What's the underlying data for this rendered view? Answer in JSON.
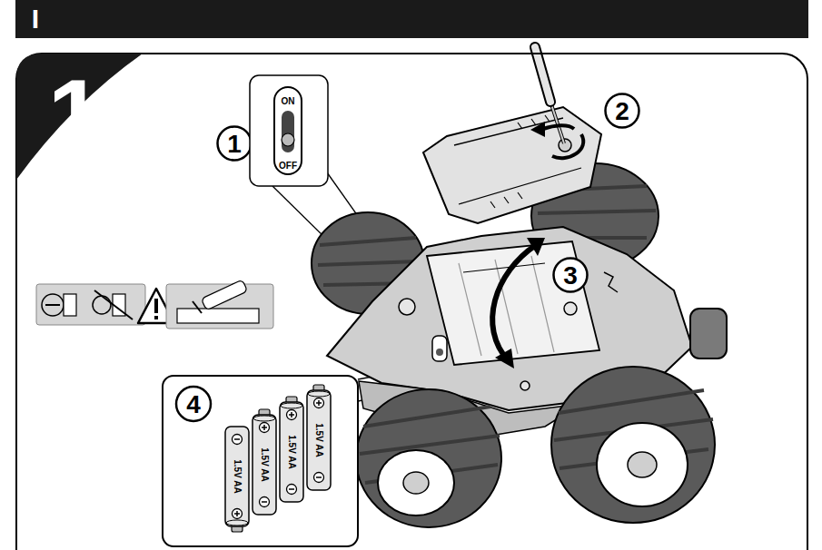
{
  "diagram": {
    "nodes": [
      {
        "text": [
          "I"
        ]
      },
      {
        "text": [
          "1"
        ]
      },
      {
        "text": [
          "1"
        ],
        "in": 1
      },
      {
        "text": [
          "ON",
          "OFF"
        ],
        "in": 1
      },
      {
        "text": [
          "2"
        ],
        "in": 1
      },
      {
        "text": [
          "3"
        ],
        "in": 1
      },
      {
        "text": [
          "4"
        ],
        "in": 1
      },
      {
        "text": [
          "1.5V AA"
        ],
        "in": 6
      },
      {
        "text": [
          "1.5V AA"
        ],
        "in": 6
      },
      {
        "text": [
          "1.5V AA"
        ],
        "in": 6
      },
      {
        "text": [
          "1.5V AA"
        ],
        "in": 6
      }
    ]
  }
}
